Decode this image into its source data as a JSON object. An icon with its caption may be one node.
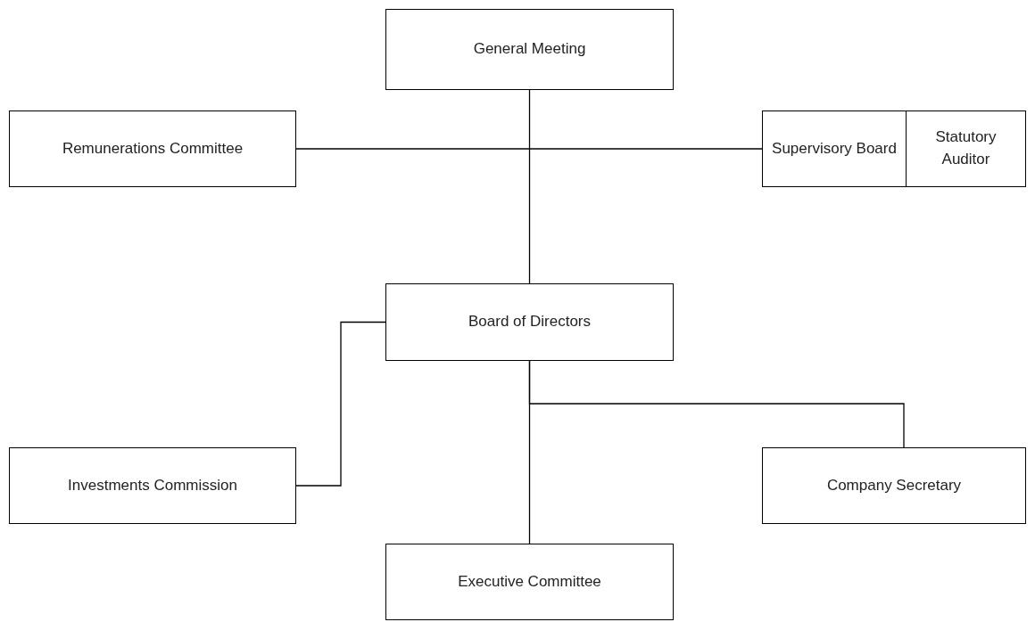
{
  "diagram": {
    "nodes": [
      {
        "text": [
          "General Meeting"
        ]
      },
      {
        "text": [
          "Remunerations Committee"
        ]
      },
      {
        "text": [
          "Supervisory Board"
        ]
      },
      {
        "text": [
          "Statutory Auditor"
        ]
      },
      {
        "text": [
          "Board of Directors"
        ]
      },
      {
        "text": [
          "Investments Commission"
        ]
      },
      {
        "text": [
          "Company Secretary"
        ]
      },
      {
        "text": [
          "Executive Committee"
        ]
      }
    ],
    "edges": [
      {
        "from": 0,
        "to": 4,
        "arrow": "none"
      },
      {
        "from": 1,
        "to": 2,
        "arrow": "none"
      },
      {
        "from": 4,
        "to": 5,
        "arrow": "none"
      },
      {
        "from": 4,
        "to": 6,
        "arrow": "none"
      },
      {
        "from": 4,
        "to": 7,
        "arrow": "none"
      }
    ]
  }
}
